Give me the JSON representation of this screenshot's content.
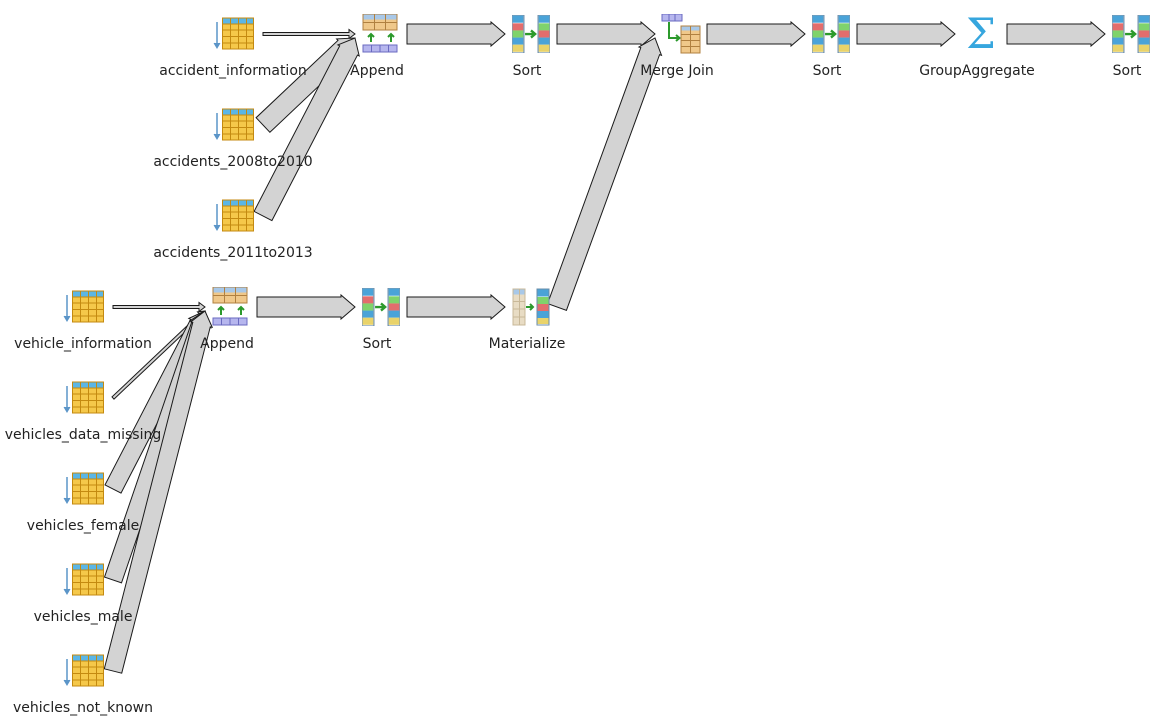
{
  "diagram": {
    "title": "",
    "nodes": [
      {
        "id": "accident_information",
        "label": "accident_information",
        "kind": "table"
      },
      {
        "id": "accidents_2008to2010",
        "label": "accidents_2008to2010",
        "kind": "table"
      },
      {
        "id": "accidents_2011to2013",
        "label": "accidents_2011to2013",
        "kind": "table"
      },
      {
        "id": "append1",
        "label": "Append",
        "kind": "append"
      },
      {
        "id": "sort1",
        "label": "Sort",
        "kind": "sort"
      },
      {
        "id": "merge_join",
        "label": "Merge Join",
        "kind": "merge"
      },
      {
        "id": "sort2",
        "label": "Sort",
        "kind": "sort"
      },
      {
        "id": "group_aggregate",
        "label": "GroupAggregate",
        "kind": "aggregate"
      },
      {
        "id": "sort3",
        "label": "Sort",
        "kind": "sort"
      },
      {
        "id": "vehicle_information",
        "label": "vehicle_information",
        "kind": "table"
      },
      {
        "id": "vehicles_data_missing",
        "label": "vehicles_data_missing",
        "kind": "table"
      },
      {
        "id": "vehicles_female",
        "label": "vehicles_female",
        "kind": "table"
      },
      {
        "id": "vehicles_male",
        "label": "vehicles_male",
        "kind": "table"
      },
      {
        "id": "vehicles_not_known",
        "label": "vehicles_not_known",
        "kind": "table"
      },
      {
        "id": "append2",
        "label": "Append",
        "kind": "append"
      },
      {
        "id": "sort4",
        "label": "Sort",
        "kind": "sort"
      },
      {
        "id": "materialize",
        "label": "Materialize",
        "kind": "materialize"
      }
    ],
    "edges": [
      {
        "from": "accident_information",
        "to": "append1",
        "weight": "thin"
      },
      {
        "from": "accidents_2008to2010",
        "to": "append1",
        "weight": "thick"
      },
      {
        "from": "accidents_2011to2013",
        "to": "append1",
        "weight": "thick"
      },
      {
        "from": "append1",
        "to": "sort1",
        "weight": "thick"
      },
      {
        "from": "sort1",
        "to": "merge_join",
        "weight": "thick"
      },
      {
        "from": "materialize",
        "to": "merge_join",
        "weight": "thick"
      },
      {
        "from": "merge_join",
        "to": "sort2",
        "weight": "thick"
      },
      {
        "from": "sort2",
        "to": "group_aggregate",
        "weight": "thick"
      },
      {
        "from": "group_aggregate",
        "to": "sort3",
        "weight": "thick"
      },
      {
        "from": "vehicle_information",
        "to": "append2",
        "weight": "thin"
      },
      {
        "from": "vehicles_data_missing",
        "to": "append2",
        "weight": "thin"
      },
      {
        "from": "vehicles_female",
        "to": "append2",
        "weight": "medium"
      },
      {
        "from": "vehicles_male",
        "to": "append2",
        "weight": "medium"
      },
      {
        "from": "vehicles_not_known",
        "to": "append2",
        "weight": "medium"
      },
      {
        "from": "append2",
        "to": "sort4",
        "weight": "thick"
      },
      {
        "from": "sort4",
        "to": "materialize",
        "weight": "thick"
      }
    ]
  }
}
